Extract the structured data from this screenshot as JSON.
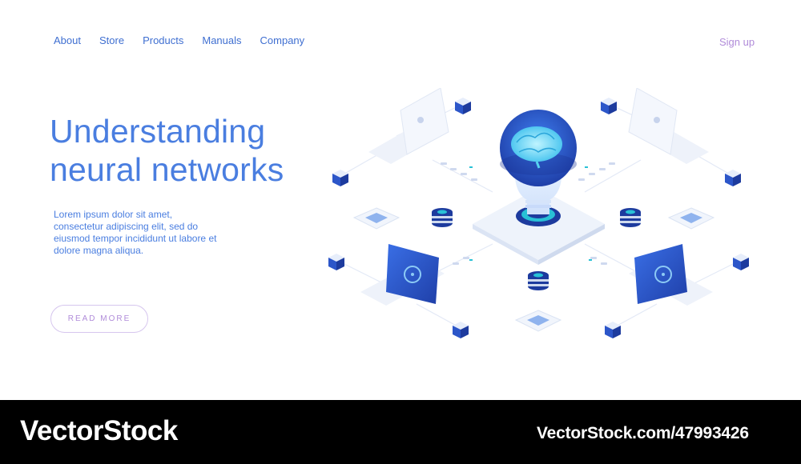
{
  "nav": {
    "items": [
      {
        "label": "About"
      },
      {
        "label": "Store"
      },
      {
        "label": "Products"
      },
      {
        "label": "Manuals"
      },
      {
        "label": "Company"
      }
    ],
    "signup_label": "Sign up"
  },
  "hero": {
    "title_line1": "Understanding",
    "title_line2": "neural networks",
    "description": "Lorem ipsum dolor sit amet, consectetur adipiscing elit, sed do eiusmod tempor incididunt ut labore et dolore magna aliqua.",
    "cta_label": "READ MORE"
  },
  "footer": {
    "brand": "VectorStock",
    "stock_id": "VectorStock.com/47993426"
  },
  "colors": {
    "accent_blue": "#4a7ee0",
    "accent_purple": "#b08bd9",
    "footer_bg": "#000000"
  }
}
